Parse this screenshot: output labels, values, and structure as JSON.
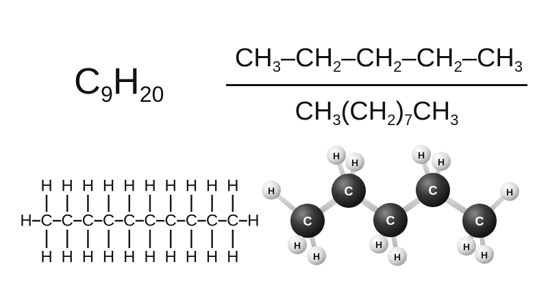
{
  "molecular_formula": {
    "symbol1": "C",
    "count1": "9",
    "symbol2": "H",
    "count2": "20"
  },
  "condensed_formula": [
    {
      "text": "CH",
      "sub": "3"
    },
    {
      "text": "–CH",
      "sub": "2"
    },
    {
      "text": "–CH",
      "sub": "2"
    },
    {
      "text": "–CH",
      "sub": "2"
    },
    {
      "text": "–CH",
      "sub": "3"
    }
  ],
  "short_formula": [
    {
      "text": "CH",
      "sub": "3"
    },
    {
      "text": "(CH",
      "sub": "2"
    },
    {
      "text": ")",
      "sub": "7"
    },
    {
      "text": "CH",
      "sub": "3"
    }
  ],
  "structural_formula": {
    "carbon_count": 10,
    "carbon_label": "C",
    "hydrogen_label": "H"
  },
  "ball_and_stick": {
    "carbon_label": "C",
    "hydrogen_label": "H",
    "carbon_color": "#2e2e2e",
    "hydrogen_color": "#e2e2e2",
    "bond_color": "#c4c4c4"
  }
}
